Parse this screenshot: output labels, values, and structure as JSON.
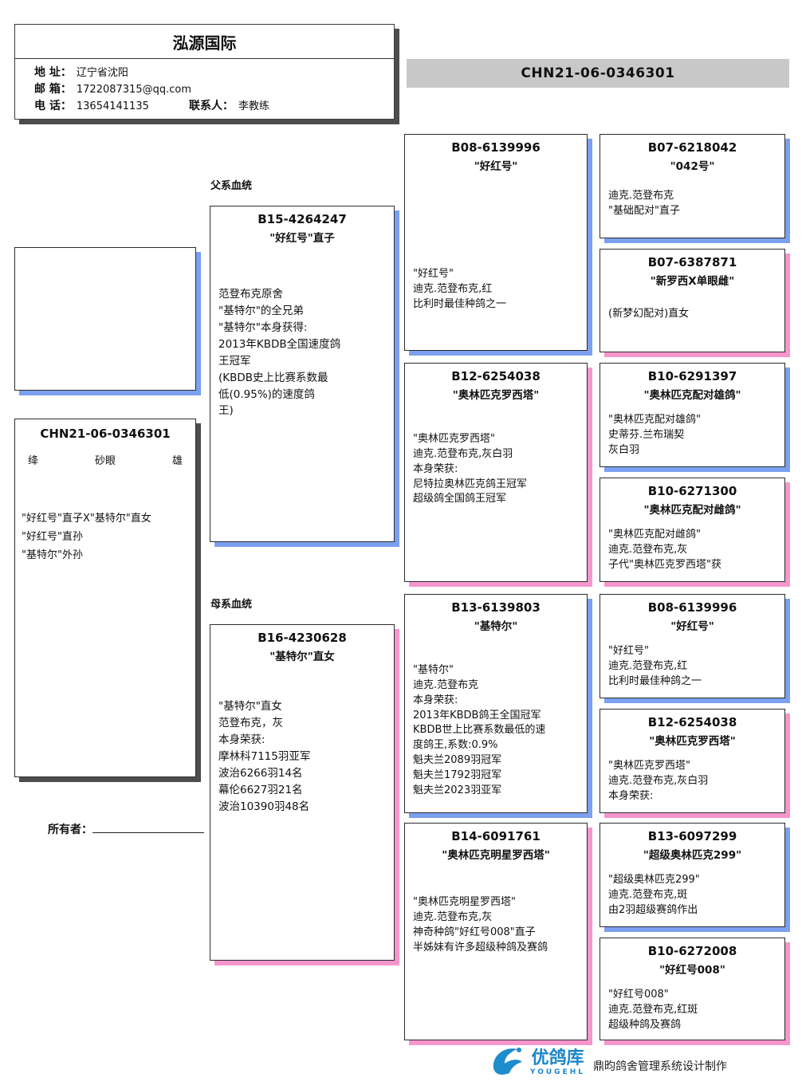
{
  "company_card": {
    "title": "泓源国际",
    "address_label": "地 址：",
    "address_value": "辽宁省沈阳",
    "email_label": "邮 箱：",
    "email_value": "1722087315@qq.com",
    "phone_label": "电 话：",
    "phone_value": "13654141135",
    "contact_label": "联系人：",
    "contact_value": "李教练"
  },
  "ring_banner": "CHN21-06-0346301",
  "subject": {
    "ring": "CHN21-06-0346301",
    "feather": "绛",
    "eye": "砂眼",
    "sex": "雄",
    "notes": [
      "\"好红号\"直子X\"基特尔\"直女",
      "\"好红号\"直孙",
      "\"基特尔\"外孙"
    ]
  },
  "owner_label": "所有者：",
  "section_labels": {
    "paternal": "父系血统",
    "maternal": "母系血统"
  },
  "pedigree": {
    "sire": {
      "ring": "B15-4264247",
      "name": "\"好红号\"直子",
      "body": [
        "范登布克原舍",
        "\"基特尔\"的全兄弟",
        "\"基特尔\"本身获得:",
        "2013年KBDB全国速度鸽",
        "王冠军",
        "(KBDB史上比赛系数最",
        "低(0.95%)的速度鸽",
        "王)"
      ]
    },
    "dam": {
      "ring": "B16-4230628",
      "name": "\"基特尔\"直女",
      "body": [
        "\"基特尔\"直女",
        "范登布克，灰",
        "本身荣获:",
        "摩林科7115羽亚军",
        "波治6266羽14名",
        "幕伦6627羽21名",
        "波治10390羽48名"
      ]
    },
    "grandparents": [
      {
        "ring": "B08-6139996",
        "name": "\"好红号\"",
        "body": [
          "\"好红号\"",
          "迪克.范登布克,红",
          "比利时最佳种鸽之一"
        ]
      },
      {
        "ring": "B12-6254038",
        "name": "\"奥林匹克罗西塔\"",
        "body": [
          "\"奥林匹克罗西塔\"",
          "迪克.范登布克,灰白羽",
          "本身荣获:",
          "尼特拉奥林匹克鸽王冠军",
          "超级鸽全国鸽王冠军"
        ]
      },
      {
        "ring": "B13-6139803",
        "name": "\"基特尔\"",
        "body": [
          "\"基特尔\"",
          "迪克.范登布克",
          "本身荣获:",
          "2013年KBDB鸽王全国冠军",
          "KBDB世上比赛系数最低的速",
          "度鸽王,系数:0.9%",
          "魁夫兰2089羽冠军",
          "魁夫兰1792羽冠军",
          "魁夫兰2023羽亚军"
        ]
      },
      {
        "ring": "B14-6091761",
        "name": "\"奥林匹克明星罗西塔\"",
        "body": [
          "\"奥林匹克明星罗西塔\"",
          "迪克.范登布克,灰",
          "神奇种鸽\"好红号008\"直子",
          "半姊妹有许多超级种鸽及赛鸽"
        ]
      }
    ],
    "great_grandparents": [
      {
        "ring": "B07-6218042",
        "name": "\"042号\"",
        "body": [
          "迪克.范登布克",
          "\"基础配对\"直子"
        ]
      },
      {
        "ring": "B07-6387871",
        "name": "\"新罗西X单眼雌\"",
        "body": [
          "(新梦幻配对)直女"
        ]
      },
      {
        "ring": "B10-6291397",
        "name": "\"奥林匹克配对雄鸽\"",
        "body": [
          "\"奥林匹克配对雄鸽\"",
          "史蒂芬.兰布瑞契",
          "灰白羽"
        ]
      },
      {
        "ring": "B10-6271300",
        "name": "\"奥林匹克配对雌鸽\"",
        "body": [
          "\"奥林匹克配对雌鸽\"",
          "迪克.范登布克,灰",
          "子代\"奥林匹克罗西塔\"获"
        ]
      },
      {
        "ring": "B08-6139996",
        "name": "\"好红号\"",
        "body": [
          "\"好红号\"",
          "迪克.范登布克,红",
          "比利时最佳种鸽之一"
        ]
      },
      {
        "ring": "B12-6254038",
        "name": "\"奥林匹克罗西塔\"",
        "body": [
          "\"奥林匹克罗西塔\"",
          "迪克.范登布克,灰白羽",
          "本身荣获:"
        ]
      },
      {
        "ring": "B13-6097299",
        "name": "\"超级奥林匹克299\"",
        "body": [
          "\"超级奥林匹克299\"",
          "迪克.范登布克,斑",
          "由2羽超级赛鸽作出"
        ]
      },
      {
        "ring": "B10-6272008",
        "name": "\"好红号008\"",
        "body": [
          "\"好红号008\"",
          "迪克.范登布克,红斑",
          "超级种鸽及赛鸽"
        ]
      }
    ]
  },
  "footer": {
    "brand": "优鸽库",
    "brand_sub": "YOUGEHL",
    "credit": "鼎昀鸽舍管理系统设计制作"
  },
  "colors": {
    "male_shadow": "#7ba0ef",
    "female_shadow": "#f795cd",
    "banner_gray": "#c8c8c8",
    "brand_blue": "#1b87c9"
  }
}
